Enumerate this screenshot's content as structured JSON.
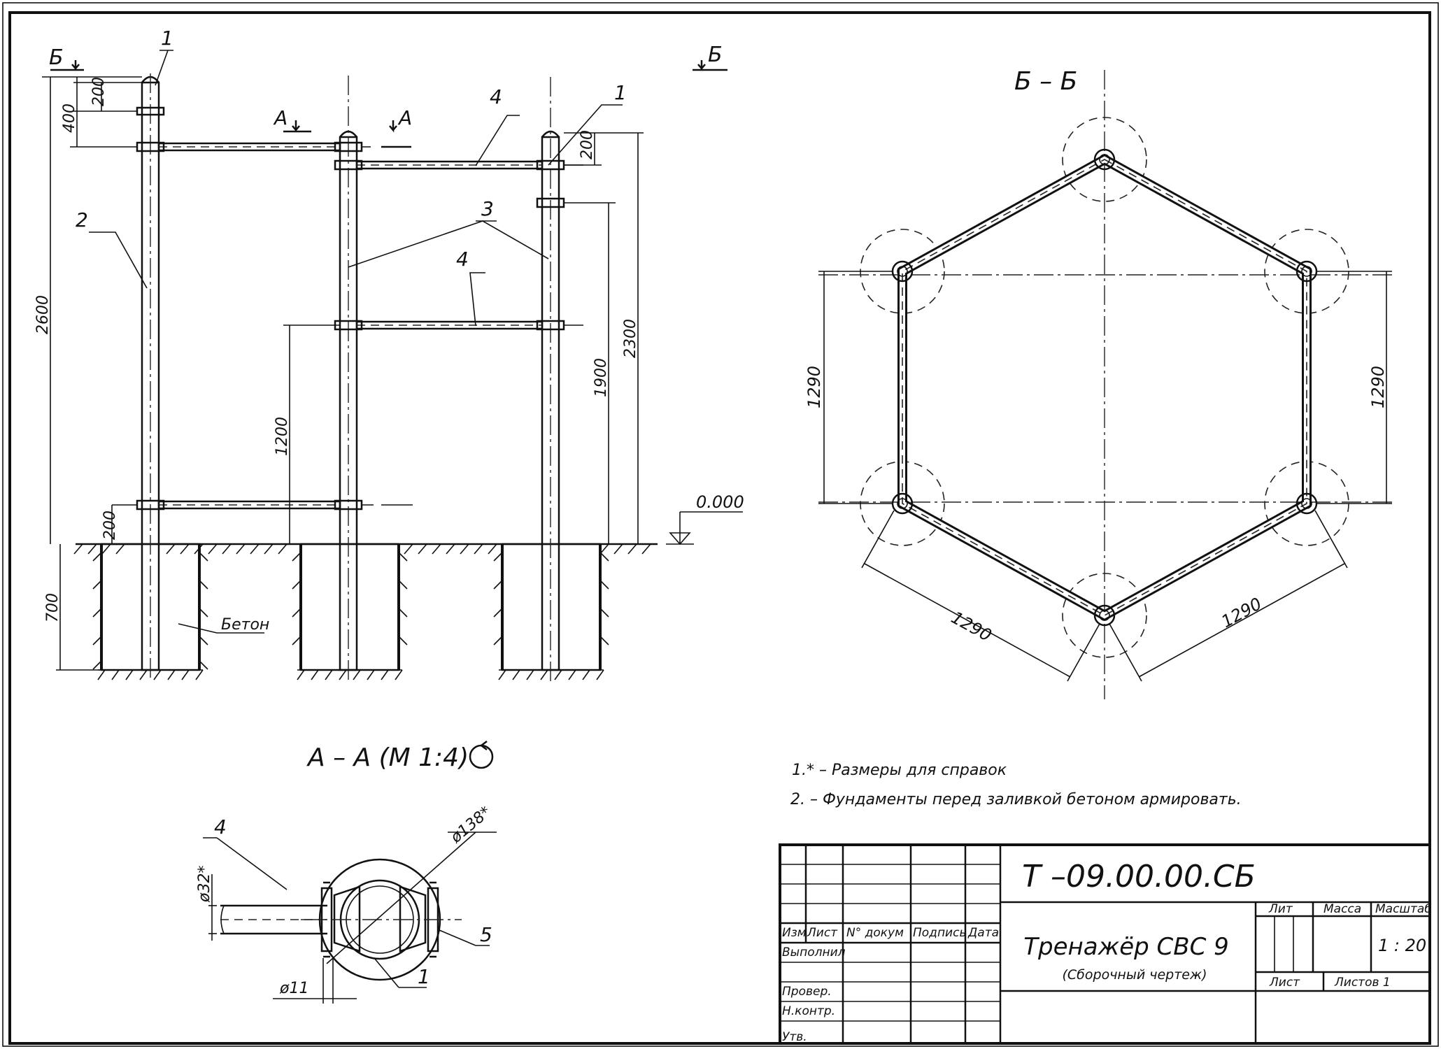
{
  "elevation": {
    "section_b_left": "Б",
    "section_b_right": "Б",
    "section_a_left": "А",
    "section_a_right": "А",
    "dims": {
      "d200_top": "200",
      "d400": "400",
      "d2600": "2600",
      "d200_bottom": "200",
      "d1200": "1200",
      "d200_right": "200",
      "d1900": "1900",
      "d2300": "2300",
      "d700": "700"
    },
    "callouts": {
      "c1_left": "1",
      "c1_right": "1",
      "c2": "2",
      "c3": "3",
      "c4_top": "4",
      "c4_mid": "4"
    },
    "level": "0.000",
    "concrete": "Бетон"
  },
  "plan": {
    "title": "Б – Б",
    "dims": {
      "left": "1290",
      "right": "1290",
      "bottom_left": "1290",
      "bottom_right": "1290"
    }
  },
  "section_aa": {
    "title": "А – А (М 1:4)",
    "callouts": {
      "c4": "4",
      "c5": "5",
      "c1": "1"
    },
    "dims": {
      "d32": "ø32*",
      "d138": "ø138*",
      "d11": "ø11"
    }
  },
  "notes": [
    "1.* – Размеры для справок",
    "2. – Фундаменты перед заливкой бетоном армировать."
  ],
  "title_block": {
    "doc_number": "Т –09.00.00.СБ",
    "name": "Тренажёр СВС 9",
    "subtitle": "(Сборочный чертеж)",
    "headers": {
      "izm": "Изм",
      "list": "Лист",
      "n_dokum": "N° докум",
      "podpis": "Подпись",
      "data": "Дата"
    },
    "roles": {
      "vypolnil": "Выполнил",
      "prover": "Провер.",
      "nkontr": "Н.контр.",
      "utv": "Утв."
    },
    "lit": "Лит",
    "massa": "Масса",
    "masshtab": "Масштаб",
    "scale": "1 : 20",
    "sheet_label": "Лист",
    "sheets_label": "Листов 1"
  }
}
